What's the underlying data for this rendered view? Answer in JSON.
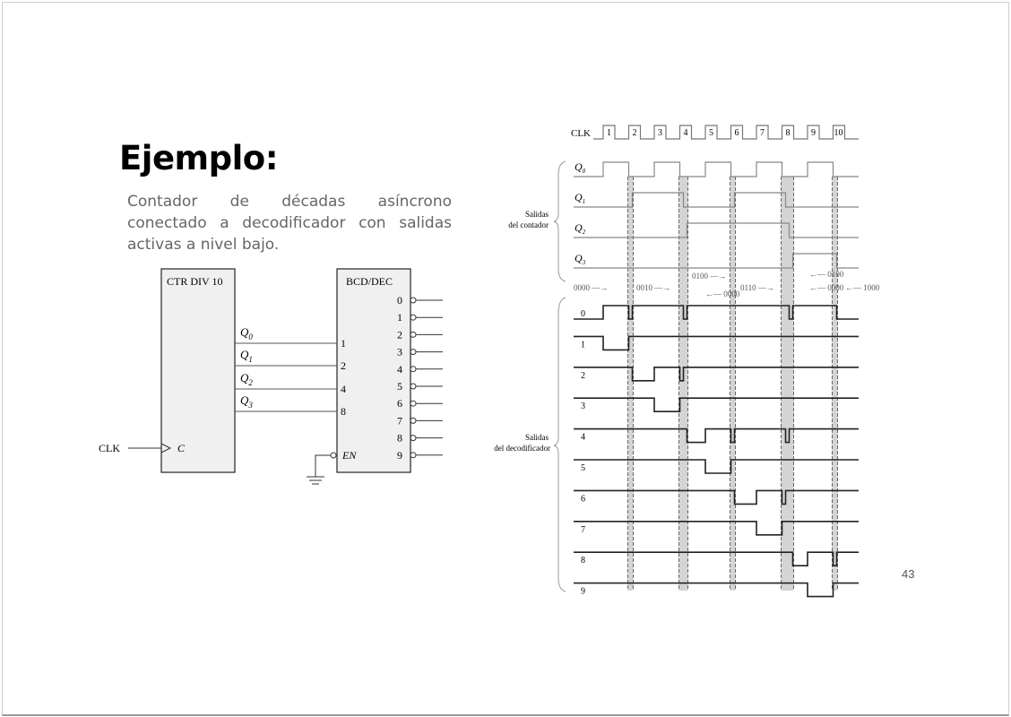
{
  "slide": {
    "title": "Ejemplo:",
    "description": "Contador de décadas asíncrono conectado a decodificador con salidas activas a nivel bajo.",
    "page_number": "43"
  },
  "circuit": {
    "counter_label": "CTR DIV 10",
    "decoder_label": "BCD/DEC",
    "clk_label": "CLK",
    "clock_input_label": "C",
    "enable_label": "EN",
    "counter_outputs": [
      "Q0",
      "Q1",
      "Q2",
      "Q3"
    ],
    "decoder_inputs": [
      "1",
      "2",
      "4",
      "8"
    ],
    "decoder_outputs": [
      "0",
      "1",
      "2",
      "3",
      "4",
      "5",
      "6",
      "7",
      "8",
      "9"
    ]
  },
  "timing": {
    "clk_label": "CLK",
    "clock_pulses": [
      "1",
      "2",
      "3",
      "4",
      "5",
      "6",
      "7",
      "8",
      "9",
      "10"
    ],
    "counter_group_label": [
      "Salidas",
      "del contador"
    ],
    "decoder_group_label": [
      "Salidas",
      "del decodificador"
    ],
    "counter_signals": [
      "Q0",
      "Q1",
      "Q2",
      "Q3"
    ],
    "decoder_signals": [
      "0",
      "1",
      "2",
      "3",
      "4",
      "5",
      "6",
      "7",
      "8",
      "9"
    ],
    "initial_state": 0,
    "transitions": [
      {
        "clock": 1,
        "to": 1,
        "via": []
      },
      {
        "clock": 2,
        "to": 2,
        "via": [
          0
        ]
      },
      {
        "clock": 3,
        "to": 3,
        "via": []
      },
      {
        "clock": 4,
        "to": 4,
        "via": [
          2,
          0
        ]
      },
      {
        "clock": 5,
        "to": 5,
        "via": []
      },
      {
        "clock": 6,
        "to": 6,
        "via": [
          4
        ]
      },
      {
        "clock": 7,
        "to": 7,
        "via": []
      },
      {
        "clock": 8,
        "to": 8,
        "via": [
          6,
          4,
          0
        ]
      },
      {
        "clock": 9,
        "to": 9,
        "via": []
      },
      {
        "clock": 10,
        "to": 0,
        "via": [
          8
        ]
      }
    ],
    "annotations": [
      "0000",
      "0010",
      "0000",
      "0100",
      "0110",
      "0100",
      "0000",
      "1000"
    ]
  }
}
